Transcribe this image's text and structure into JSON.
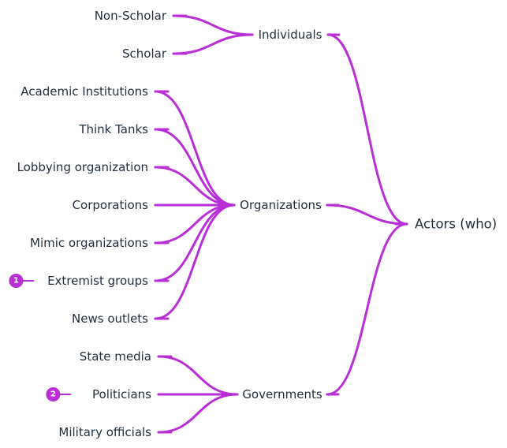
{
  "colors": {
    "branch": "#b82fd6",
    "text": "#1f2d3d"
  },
  "root": {
    "label": "Actors (who)"
  },
  "groups": [
    {
      "label": "Individuals",
      "children": [
        {
          "label": "Non-Scholar"
        },
        {
          "label": "Scholar"
        }
      ]
    },
    {
      "label": "Organizations",
      "children": [
        {
          "label": "Academic Institutions"
        },
        {
          "label": "Think Tanks"
        },
        {
          "label": "Lobbying organization"
        },
        {
          "label": "Corporations"
        },
        {
          "label": "Mimic organizations"
        },
        {
          "label": "Extremist groups",
          "badge": "1"
        },
        {
          "label": "News outlets"
        }
      ]
    },
    {
      "label": "Governments",
      "children": [
        {
          "label": "State media"
        },
        {
          "label": "Politicians",
          "badge": "2"
        },
        {
          "label": "Military officials"
        }
      ]
    }
  ]
}
